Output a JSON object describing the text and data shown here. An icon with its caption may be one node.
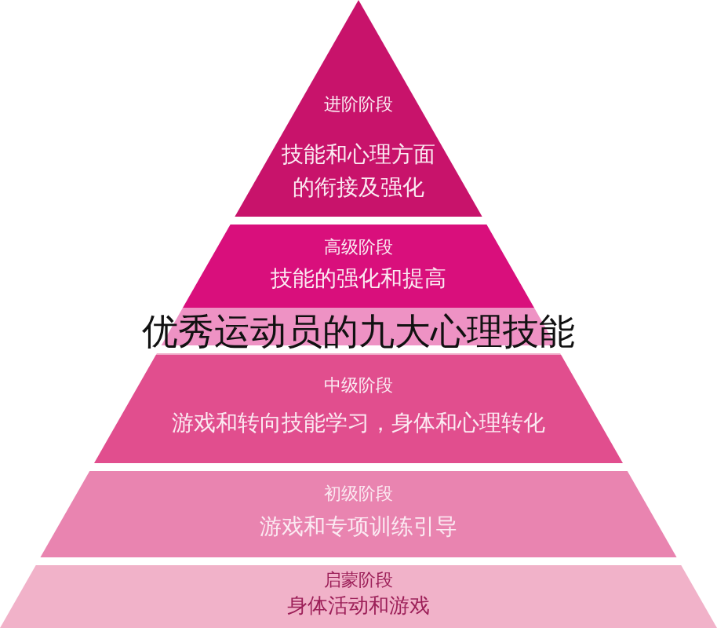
{
  "diagram": {
    "title": "优秀运动员的九大心理技能",
    "nodes": [
      {
        "text": [
          "进阶阶段",
          "技能和心理方面的衔接及强化"
        ]
      },
      {
        "text": [
          "高级阶段",
          "技能的强化和提高"
        ]
      },
      {
        "text": [
          "中级阶段",
          "游戏和转向技能学习，身体和心理转化"
        ]
      },
      {
        "text": [
          "初级阶段",
          "游戏和专项训练引导"
        ]
      },
      {
        "text": [
          "启蒙阶段",
          "身体活动和游戏"
        ]
      }
    ]
  }
}
